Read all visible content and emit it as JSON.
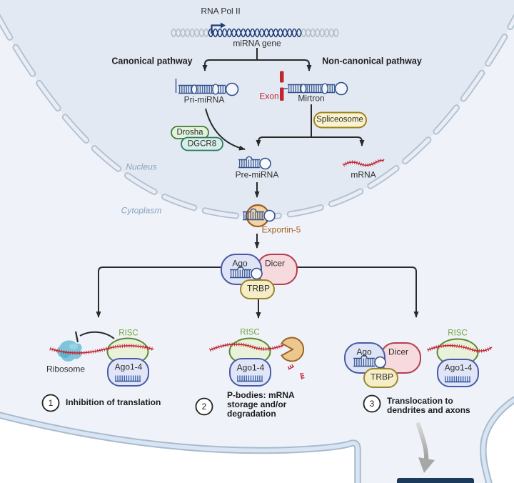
{
  "labels": {
    "rna_pol_ii": "RNA Pol II",
    "mirna_gene": "miRNA gene",
    "canonical_pathway": "Canonical pathway",
    "noncanonical_pathway": "Non-canonical pathway",
    "pri_mirna": "Pri-miRNA",
    "exon": "Exon",
    "mirtron": "Mirtron",
    "drosha": "Drosha",
    "dgcr8": "DGCR8",
    "spliceosome": "Spliceosome",
    "nucleus": "Nucleus",
    "cytoplasm": "Cytoplasm",
    "pre_mirna": "Pre-miRNA",
    "mrna": "mRNA",
    "exportin5": "Exportin-5",
    "ago": "Ago",
    "dicer": "Dicer",
    "trbp": "TRBP",
    "risc": "RISC",
    "ago1_4": "Ago1-4",
    "ribosome": "Ribosome"
  },
  "steps": [
    {
      "number": "1",
      "lines": [
        "Inhibition of translation"
      ]
    },
    {
      "number": "2",
      "lines": [
        "P-bodies: mRNA",
        "storage and/or",
        "degradation"
      ]
    },
    {
      "number": "3",
      "lines": [
        "Translocation to",
        "dendrites and axons"
      ]
    }
  ],
  "colors": {
    "cytoplasm_bg": "#eff3f9",
    "nucleus_bg": "#e3e9f3",
    "membrane_stroke": "#a9bacc",
    "membrane_fill": "#d8e5f4",
    "arrow": "#2a2a2a",
    "rna_navy": "#31508c",
    "mrna_red": "#c22433",
    "exon_red": "#c1272d",
    "drosha_fill": "#e3f2dc",
    "drosha_stroke": "#3f7c33",
    "dgcr8_fill": "#d9eee8",
    "dgcr8_stroke": "#2a7a67",
    "spliceosome_fill": "#faf3cf",
    "spliceosome_stroke": "#a2821d",
    "exportin_fill": "#f2d4a6",
    "exportin_stroke": "#9c5c22",
    "ago_fill": "#dfe5f7",
    "ago_stroke": "#4a5ba6",
    "dicer_fill": "#f6dade",
    "dicer_stroke": "#b2404f",
    "trbp_fill": "#f5edc6",
    "trbp_stroke": "#99862c",
    "risc_fill": "#eaf1da",
    "risc_stroke": "#5c8a33",
    "risc_label": "#74a33c",
    "ribosome_fill": "#7fc5da",
    "pbody_fill": "#edc88e",
    "pbody_stroke": "#9a6526",
    "compartment_label": "#8ba1bd",
    "exportin_label": "#a55d1d"
  }
}
